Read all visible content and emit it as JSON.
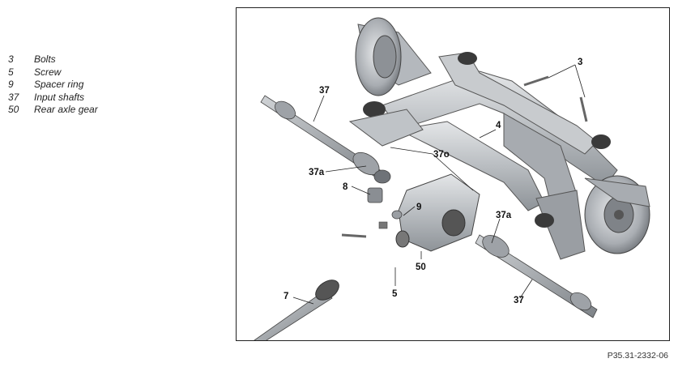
{
  "legend": [
    {
      "num": "3",
      "text": "Bolts"
    },
    {
      "num": "5",
      "text": "Screw"
    },
    {
      "num": "9",
      "text": "Spacer ring"
    },
    {
      "num": "37",
      "text": "Input shafts"
    },
    {
      "num": "50",
      "text": "Rear axle gear"
    }
  ],
  "callouts": {
    "c3": "3",
    "c4": "4",
    "c37_top": "37",
    "c37o": "37o",
    "c37a_left": "37a",
    "c8": "8",
    "c9": "9",
    "c37a_right": "37a",
    "c50": "50",
    "c5": "5",
    "c7": "7",
    "c37_bottom": "37"
  },
  "figure_code": "P35.31-2332-06"
}
